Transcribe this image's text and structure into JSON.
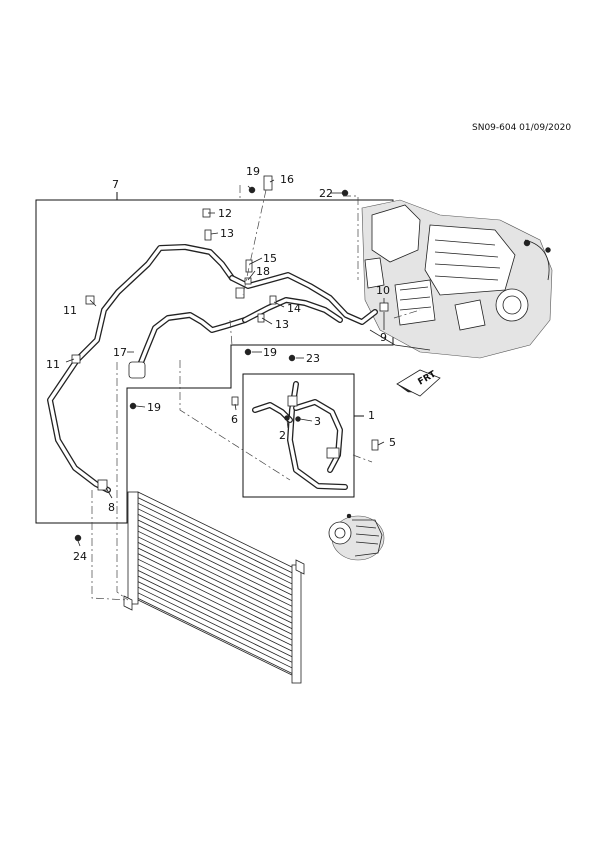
{
  "document_ref": "SN09-604 01/09/2020",
  "front_indicator": "FRT",
  "callouts": {
    "c1": "1",
    "c2": "2",
    "c3": "3",
    "c5": "5",
    "c6": "6",
    "c7": "7",
    "c8": "8",
    "c9": "9",
    "c10": "10",
    "c11a": "11",
    "c11b": "11",
    "c12": "12",
    "c13a": "13",
    "c13b": "13",
    "c14": "14",
    "c15": "15",
    "c16": "16",
    "c17": "17",
    "c18": "18",
    "c19a": "19",
    "c19b": "19",
    "c19c": "19",
    "c22": "22",
    "c23": "23",
    "c24": "24"
  }
}
